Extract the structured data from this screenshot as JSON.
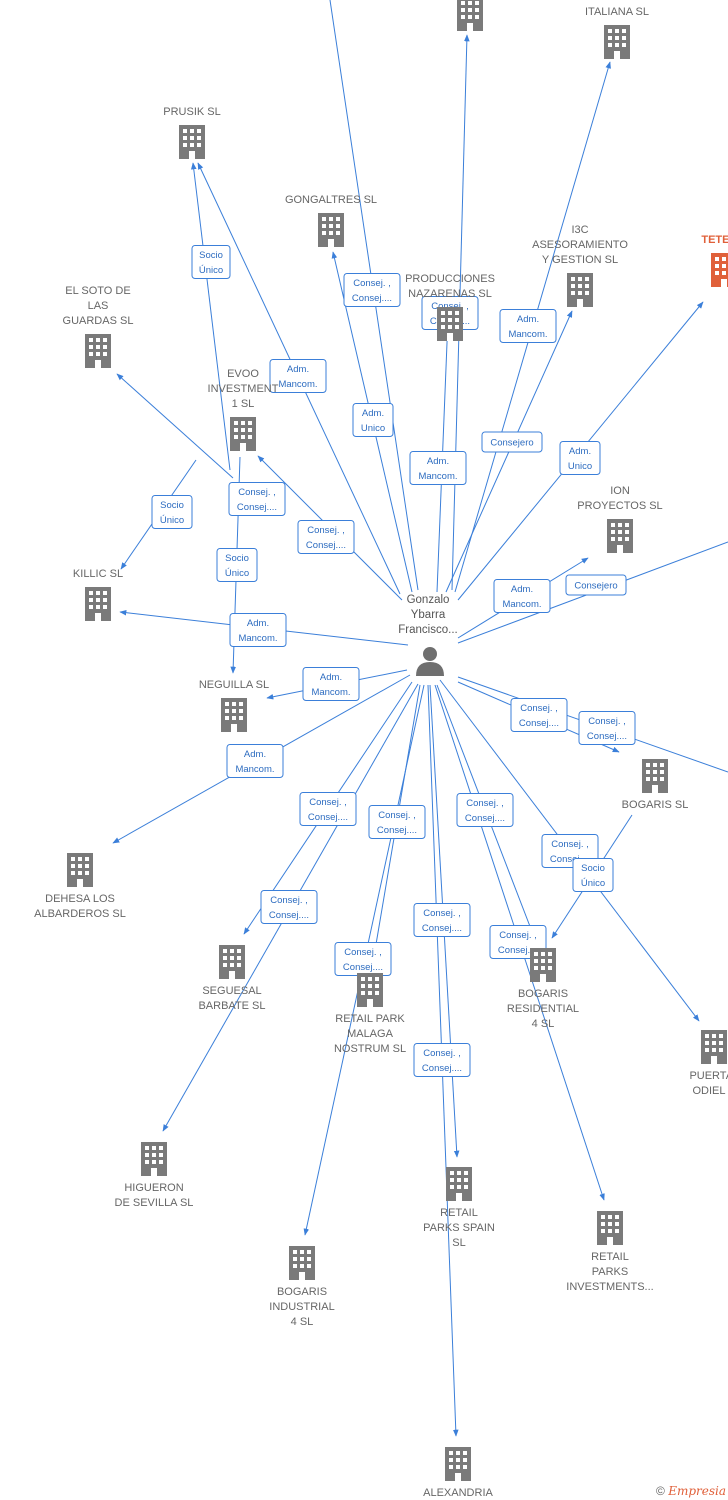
{
  "center": {
    "name": "center-person",
    "label_lines": [
      "Gonzalo",
      "Ybarra",
      "Francisco..."
    ],
    "icon": "person-icon"
  },
  "companies": [
    {
      "id": "top_building",
      "label_lines": []
    },
    {
      "id": "italiana",
      "label_lines": [
        "ITALIANA SL"
      ]
    },
    {
      "id": "prusik",
      "label_lines": [
        "PRUSIK SL"
      ]
    },
    {
      "id": "gongaltres",
      "label_lines": [
        "GONGALTRES SL"
      ]
    },
    {
      "id": "producciones",
      "label_lines": [
        "PRODUCCIONES",
        "NAZARENAS SL"
      ]
    },
    {
      "id": "i3c",
      "label_lines": [
        "I3C",
        "ASESORAMIENTO",
        "Y GESTION  SL"
      ]
    },
    {
      "id": "tetego",
      "label_lines": [
        "TETEGO"
      ],
      "highlight": true
    },
    {
      "id": "soto",
      "label_lines": [
        "EL SOTO DE",
        "LAS",
        "GUARDAS SL"
      ]
    },
    {
      "id": "evoo",
      "label_lines": [
        "EVOO",
        "INVESTMENT",
        "1  SL"
      ]
    },
    {
      "id": "ion",
      "label_lines": [
        "ION",
        "PROYECTOS SL"
      ]
    },
    {
      "id": "killic",
      "label_lines": [
        "KILLIC SL"
      ]
    },
    {
      "id": "neguilla",
      "label_lines": [
        "NEGUILLA SL"
      ]
    },
    {
      "id": "bogaris",
      "label_lines": [
        "BOGARIS  SL"
      ]
    },
    {
      "id": "dehesa",
      "label_lines": [
        "DEHESA LOS",
        "ALBARDEROS SL"
      ]
    },
    {
      "id": "seguesal",
      "label_lines": [
        "SEGUESAL",
        "BARBATE  SL"
      ]
    },
    {
      "id": "retail_malaga",
      "label_lines": [
        "RETAIL PARK",
        "MALAGA",
        "NOSTRUM  SL"
      ]
    },
    {
      "id": "bogaris_res",
      "label_lines": [
        "BOGARIS",
        "RESIDENTIAL",
        "4 SL"
      ]
    },
    {
      "id": "puerta",
      "label_lines": [
        "PUERTA I",
        "ODIEL  S"
      ]
    },
    {
      "id": "higueron",
      "label_lines": [
        "HIGUERON",
        "DE SEVILLA  SL"
      ]
    },
    {
      "id": "retail_spain",
      "label_lines": [
        "RETAIL",
        "PARKS SPAIN",
        "SL"
      ]
    },
    {
      "id": "retail_inv",
      "label_lines": [
        "RETAIL",
        "PARKS",
        "INVESTMENTS..."
      ]
    },
    {
      "id": "bogaris_ind",
      "label_lines": [
        "BOGARIS",
        "INDUSTRIAL",
        "4 SL"
      ]
    },
    {
      "id": "alexandria",
      "label_lines": [
        "ALEXANDRIA"
      ]
    }
  ],
  "relations": [
    {
      "id": "r_prusik_socio",
      "lines": [
        "Socio",
        "Único"
      ]
    },
    {
      "id": "r_gong",
      "lines": [
        "Consej. ,",
        "Consej...."
      ]
    },
    {
      "id": "r_prod",
      "lines": [
        "Consej. ,",
        "Consej...."
      ]
    },
    {
      "id": "r_prusik_adm",
      "lines": [
        "Adm.",
        "Mancom."
      ]
    },
    {
      "id": "r_italiana",
      "lines": [
        "Adm.",
        "Mancom."
      ]
    },
    {
      "id": "r_gong_adm",
      "lines": [
        "Adm.",
        "Unico"
      ]
    },
    {
      "id": "r_prod_adm",
      "lines": [
        "Adm.",
        "Mancom."
      ]
    },
    {
      "id": "r_i3c",
      "lines": [
        "Consejero"
      ]
    },
    {
      "id": "r_tetego",
      "lines": [
        "Adm.",
        "Unico"
      ]
    },
    {
      "id": "r_evoo",
      "lines": [
        "Consej. ,",
        "Consej...."
      ]
    },
    {
      "id": "r_killic_socio",
      "lines": [
        "Socio",
        "Único"
      ]
    },
    {
      "id": "r_evoo2",
      "lines": [
        "Consej. ,",
        "Consej...."
      ]
    },
    {
      "id": "r_neguilla_socio",
      "lines": [
        "Socio",
        "Único"
      ]
    },
    {
      "id": "r_ion_adm",
      "lines": [
        "Adm.",
        "Mancom."
      ]
    },
    {
      "id": "r_ion_cons",
      "lines": [
        "Consejero"
      ]
    },
    {
      "id": "r_killic_adm",
      "lines": [
        "Adm.",
        "Mancom."
      ]
    },
    {
      "id": "r_neguilla_adm",
      "lines": [
        "Adm.",
        "Mancom."
      ]
    },
    {
      "id": "r_right1",
      "lines": [
        "Consej. ,",
        "Consej...."
      ]
    },
    {
      "id": "r_bogaris",
      "lines": [
        "Consej. ,",
        "Consej...."
      ]
    },
    {
      "id": "r_dehesa",
      "lines": [
        "Adm.",
        "Mancom."
      ]
    },
    {
      "id": "r_seg1",
      "lines": [
        "Consej. ,",
        "Consej...."
      ]
    },
    {
      "id": "r_malaga1",
      "lines": [
        "Consej. ,",
        "Consej...."
      ]
    },
    {
      "id": "r_retinv",
      "lines": [
        "Consej. ,",
        "Consej...."
      ]
    },
    {
      "id": "r_puerta",
      "lines": [
        "Consej. ,",
        "Consej...."
      ]
    },
    {
      "id": "r_puerta_socio",
      "lines": [
        "Socio",
        "Único"
      ]
    },
    {
      "id": "r_higueron",
      "lines": [
        "Consej. ,",
        "Consej...."
      ]
    },
    {
      "id": "r_spain",
      "lines": [
        "Consej. ,",
        "Consej...."
      ]
    },
    {
      "id": "r_res",
      "lines": [
        "Consej. ,",
        "Consej...."
      ]
    },
    {
      "id": "r_malaga2",
      "lines": [
        "Consej. ,",
        "Consej...."
      ]
    },
    {
      "id": "r_alex",
      "lines": [
        "Consej. ,",
        "Consej...."
      ]
    }
  ],
  "footer": {
    "copyright": "©",
    "brand": "Empresia"
  },
  "colors": {
    "edge": "#3b7fd9",
    "building": "#7a7a7a",
    "highlight": "#e0603a"
  }
}
